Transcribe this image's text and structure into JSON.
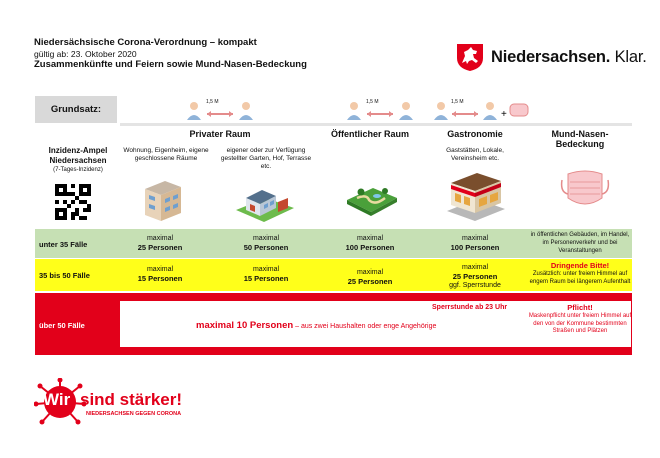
{
  "header": {
    "title": "Niedersächsische Corona-Verordnung – kompakt",
    "valid": "gültig ab: 23. Oktober 2020",
    "subtitle": "Zusammenkünfte und Feiern sowie Mund-Nasen-Bedeckung"
  },
  "brand": {
    "name": "Niedersachsen.",
    "claim": "Klar."
  },
  "grundsatz": {
    "label": "Grundsatz:",
    "distance": "1,5 M"
  },
  "columns": [
    {
      "title": "Privater Raum",
      "desc1": "Wohnung, Eigenheim, eigene geschlossene Räume",
      "desc2": "eigener oder zur Verfügung gestellter Garten, Hof, Terrasse etc."
    },
    {
      "title": "Öffentlicher Raum"
    },
    {
      "title": "Gastronomie",
      "desc": "Gaststätten, Lokale, Vereinsheim etc."
    },
    {
      "title": "Mund-Nasen-Bedeckung"
    }
  ],
  "ampel": {
    "title": "Inzidenz-Ampel Niedersachsen",
    "note": "(7-Tages-Inzidenz)"
  },
  "bands": {
    "b1": {
      "label": "unter 35 Fälle",
      "c1": "maximal",
      "c1b": "25 Personen",
      "c2": "maximal",
      "c2b": "50 Personen",
      "c3": "maximal",
      "c3b": "100 Personen",
      "c4": "maximal",
      "c4b": "100 Personen",
      "mask": "in öffentlichen Gebäuden, im Handel, im Personenverkehr und bei Veranstaltungen"
    },
    "b2": {
      "label": "35 bis 50 Fälle",
      "c1": "maximal",
      "c1b": "15 Personen",
      "c2": "maximal",
      "c2b": "15 Personen",
      "c3": "maximal",
      "c3b": "25 Personen",
      "c4": "maximal",
      "c4b": "25 Personen",
      "c4c": "ggf. Sperrstunde",
      "mask_title": "Dringende Bitte!",
      "mask": "Zusätzlich: unter freiem Himmel auf engem Raum bei längerem Aufenthalt"
    },
    "b3": {
      "label": "über 50 Fälle",
      "sperr": "Sperrstunde ab 23 Uhr",
      "main": "maximal 10 Personen",
      "main_rest": " – aus zwei Haushalten oder enge Angehörige",
      "mask_title": "Pflicht!",
      "mask": "Maskenpflicht unter freiem Himmel auf den von der Kommune bestimmten Straßen und Plätzen"
    }
  },
  "campaign": {
    "wir": "Wir",
    "sind": "sind stärker!",
    "tagline": "NIEDERSACHSEN GEGEN CORONA"
  },
  "colors": {
    "red": "#e2001a",
    "green": "#c6e0b4",
    "yellow": "#ffff1a",
    "grey": "#d9d9d9"
  }
}
